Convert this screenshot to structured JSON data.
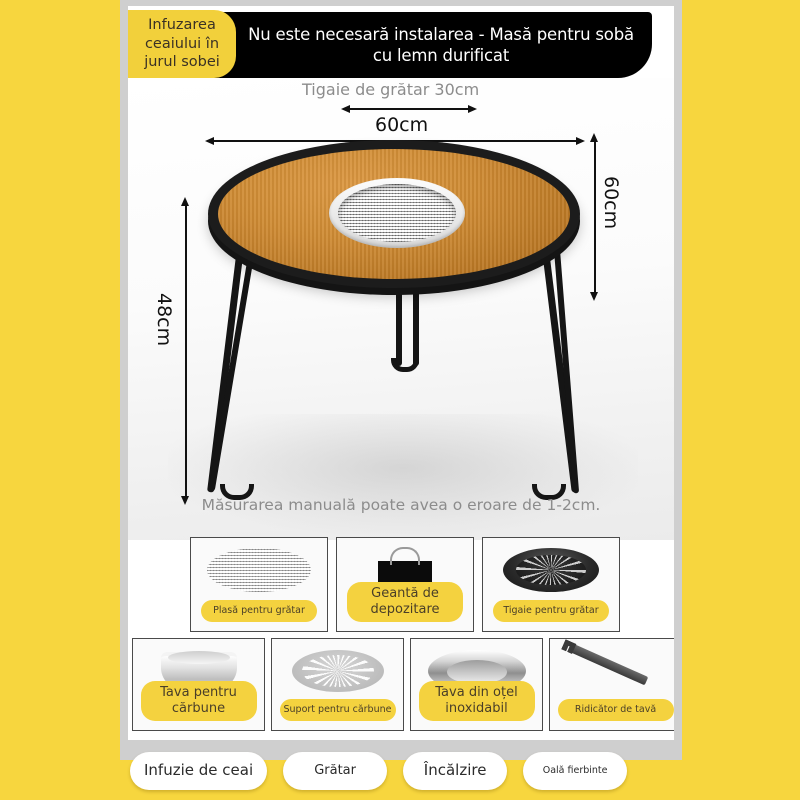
{
  "theme": {
    "background": "#F7D63E",
    "banner": "#000000",
    "tab": "#F2D03B",
    "pill": "#F4D23F",
    "sheet": "#FFFFFF"
  },
  "header": {
    "tab_label": "Infuzarea ceaiului în jurul sobei",
    "title": "Nu este necesară instalarea - Masă pentru sobă cu lemn durificat"
  },
  "hero": {
    "pan_label": "Tigaie de grătar 30cm",
    "width_label": "60cm",
    "depth_label": "60cm",
    "height_label": "48cm",
    "disclaimer": "Măsurarea manuală poate avea o eroare de 1-2cm."
  },
  "accessories_row1": [
    {
      "label": "Plasă pentru grătar",
      "art": "mesh-disc",
      "size": "small"
    },
    {
      "label": "Geantă de depozitare",
      "art": "storage-bag",
      "size": "big"
    },
    {
      "label": "Tigaie pentru grătar",
      "art": "grill-pan",
      "size": "small"
    }
  ],
  "accessories_row2": [
    {
      "label": "Tava pentru cărbune",
      "art": "charcoal-bowl",
      "size": "big"
    },
    {
      "label": "Suport pentru cărbune",
      "art": "charcoal-holder",
      "size": "small"
    },
    {
      "label": "Tava din oțel inoxidabil",
      "art": "steel-tray",
      "size": "big"
    },
    {
      "label": "Ridicător de tavă",
      "art": "tray-lifter",
      "size": "small"
    }
  ],
  "chips": [
    {
      "label": "Infuzie de ceai",
      "size": "s1"
    },
    {
      "label": "Grătar",
      "size": "s2"
    },
    {
      "label": "Încălzire",
      "size": "s1"
    },
    {
      "label": "Oală fierbinte",
      "size": "s3"
    }
  ]
}
